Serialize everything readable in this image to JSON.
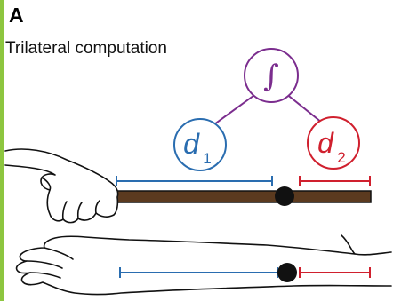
{
  "panel": {
    "label": "A",
    "title": "Trilateral computation"
  },
  "nodes": {
    "integrator": {
      "symbol": "∫",
      "color": "#7b2d8e"
    },
    "d1": {
      "letter": "d",
      "subscript": "1",
      "color": "#2a6db0"
    },
    "d2": {
      "letter": "d",
      "subscript": "2",
      "color": "#d0202e"
    }
  },
  "colors": {
    "accent_bar": "#8dc63f",
    "rod": "#5b3a1f",
    "segment_d1": "#2a6db0",
    "segment_d2": "#d0202e",
    "connector": "#7b2d8e",
    "outline": "#111111"
  },
  "icons": [
    "hand-holding-rod-icon",
    "forearm-icon",
    "contact-point-icon"
  ]
}
